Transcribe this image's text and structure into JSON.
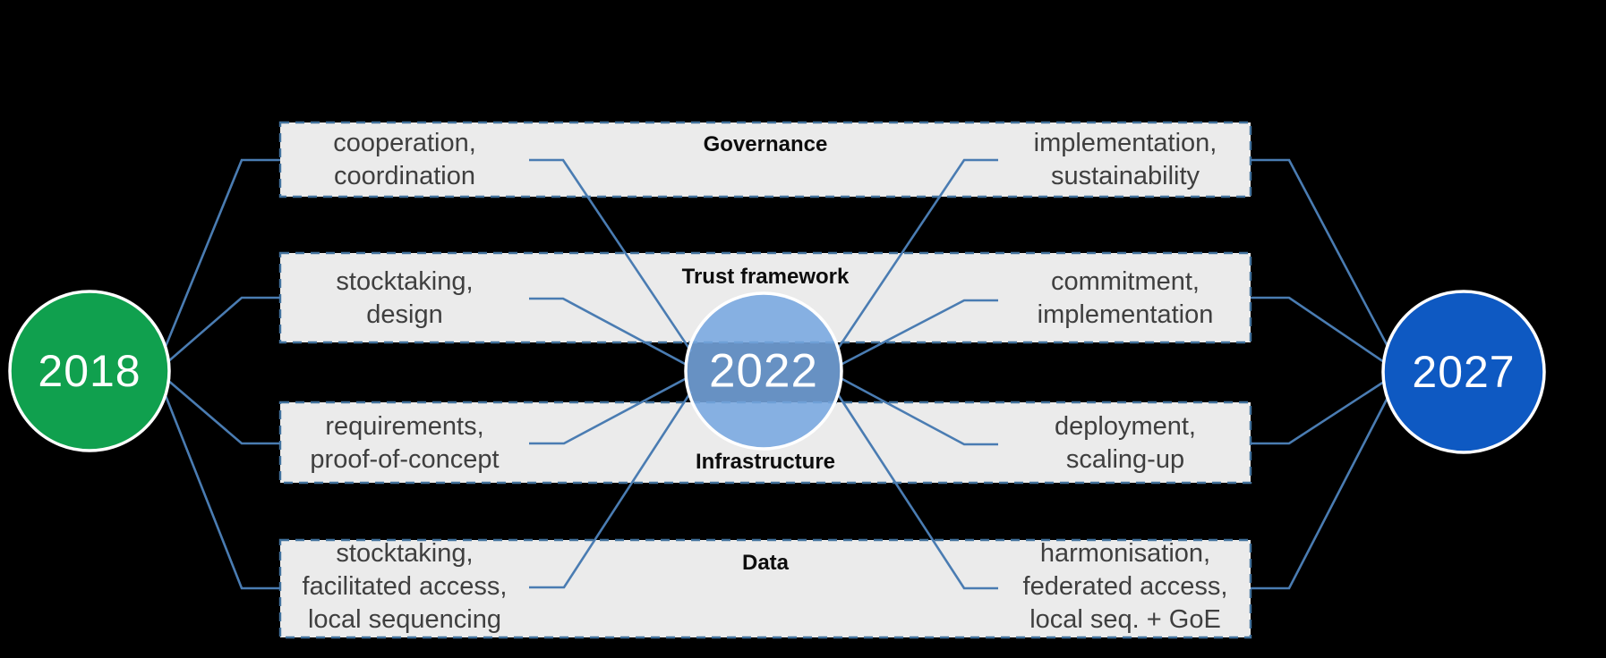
{
  "years": {
    "start": "2018",
    "mid": "2022",
    "end": "2027"
  },
  "bands": [
    {
      "label": "Governance",
      "left_text": "cooperation,\ncoordination",
      "right_text": "implementation,\nsustainability"
    },
    {
      "label": "Trust framework",
      "left_text": "stocktaking,\ndesign",
      "right_text": "commitment,\nimplementation"
    },
    {
      "label": "Infrastructure",
      "left_text": "requirements,\nproof-of-concept",
      "right_text": "deployment,\nscaling-up"
    },
    {
      "label": "Data",
      "left_text": "stocktaking,\nfacilitated access,\nlocal sequencing",
      "right_text": "harmonisation,\nfederated access,\nlocal seq. + GoE"
    }
  ],
  "colors": {
    "background": "#000000",
    "start_circle": "#10a04e",
    "mid_circle": "#76a7e0",
    "end_circle": "#0e59c2",
    "connector": "#4a7cb2",
    "band_fill": "#ebebeb",
    "band_border": "#41719c",
    "body_text": "#3f3f3f",
    "label_text": "#0d0d0d"
  }
}
